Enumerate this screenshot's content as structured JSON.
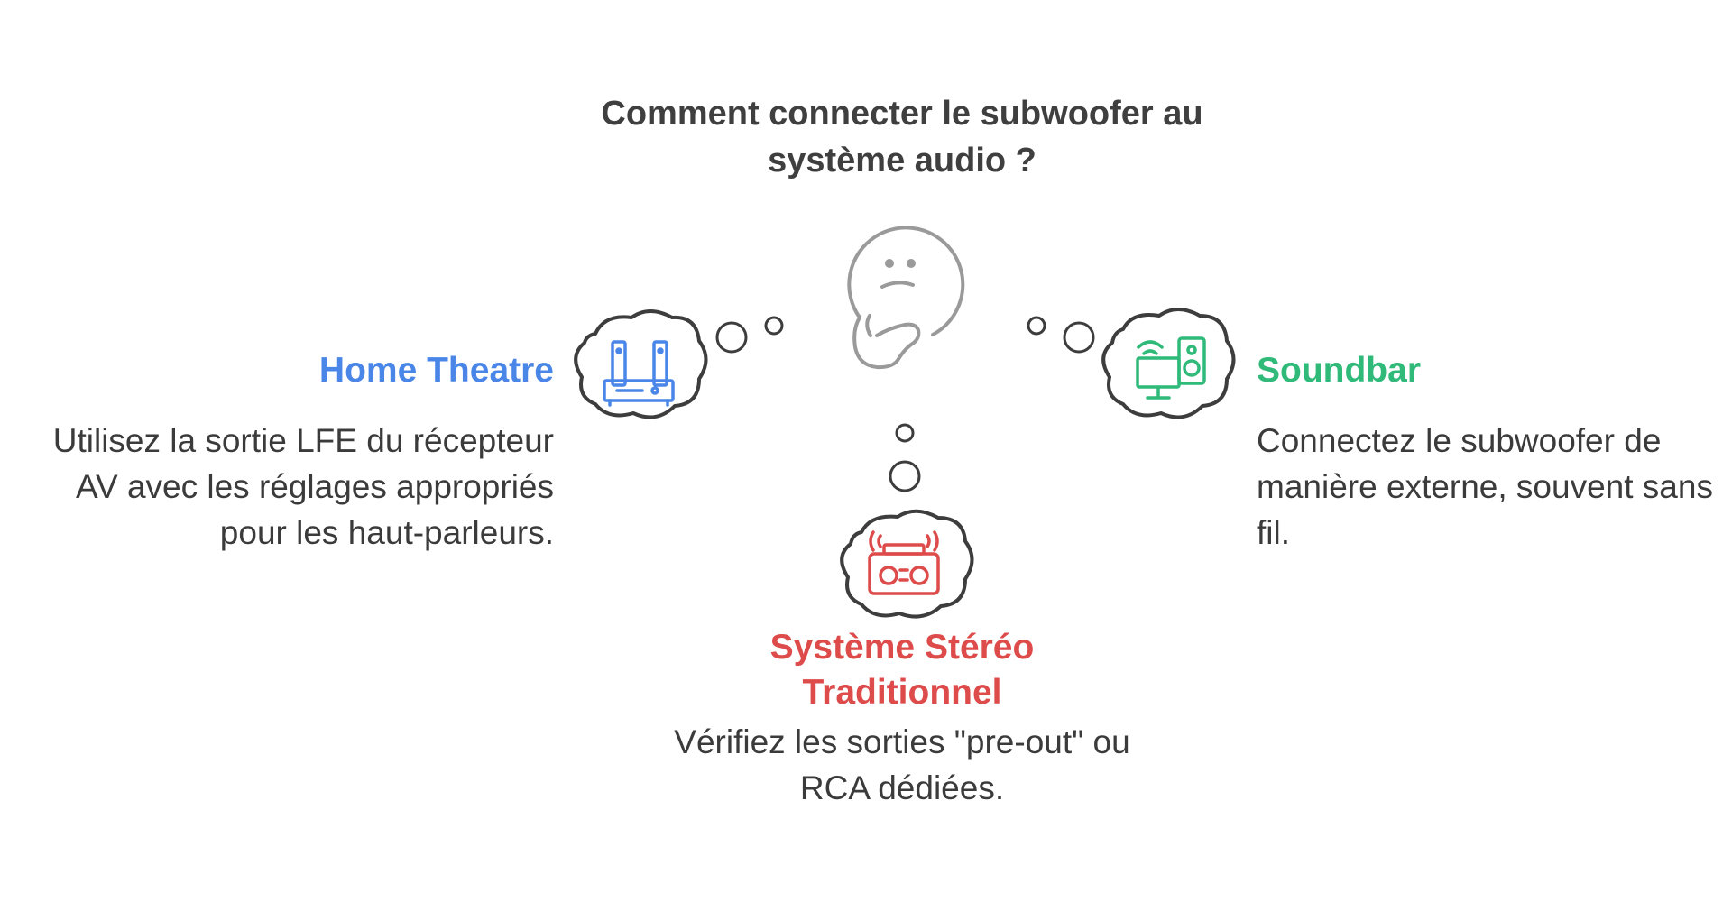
{
  "title": "Comment connecter le subwoofer au système audio ?",
  "colors": {
    "home_theatre": "#4a86e8",
    "soundbar": "#2fba7a",
    "stereo": "#dd4b4b",
    "outline": "#3d3d3d",
    "thinker": "#9a9a9a"
  },
  "options": {
    "home_theatre": {
      "title": "Home Theatre",
      "description": "Utilisez la sortie LFE du récepteur AV avec les réglages appropriés pour les haut-parleurs.",
      "icon": "home-theatre-icon"
    },
    "soundbar": {
      "title": "Soundbar",
      "description": "Connectez le subwoofer de manière externe, souvent sans fil.",
      "icon": "soundbar-icon"
    },
    "stereo": {
      "title": "Système Stéréo Traditionnel",
      "description": "Vérifiez les sorties \"pre-out\" ou RCA dédiées.",
      "icon": "boombox-icon"
    }
  },
  "center_icon": "thinking-face-icon"
}
